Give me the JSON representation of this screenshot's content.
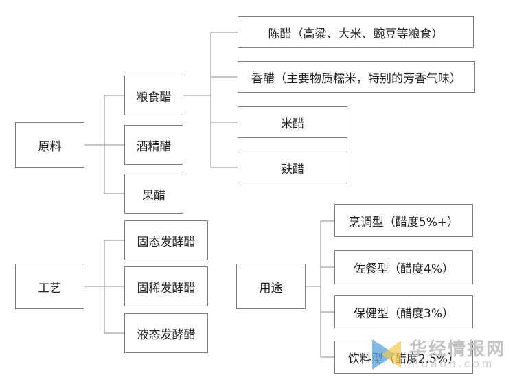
{
  "diagram": {
    "raw_material": {
      "label": "原料",
      "children": [
        {
          "label": "粮食醋",
          "children": [
            {
              "label": "陈醋（高粱、大米、豌豆等粮食）"
            },
            {
              "label": "香醋（主要物质糯米，特别的芳香气味）"
            },
            {
              "label": "米醋"
            },
            {
              "label": "麸醋"
            }
          ]
        },
        {
          "label": "酒精醋"
        },
        {
          "label": "果醋"
        }
      ]
    },
    "process": {
      "label": "工艺",
      "children": [
        {
          "label": "固态发酵醋"
        },
        {
          "label": "固稀发酵醋"
        },
        {
          "label": "液态发酵醋"
        }
      ]
    },
    "usage": {
      "label": "用途",
      "children": [
        {
          "label": "烹调型（醋度5%+）"
        },
        {
          "label": "佐餐型（醋度4%）"
        },
        {
          "label": "保健型（醋度3%）"
        },
        {
          "label": "饮料型（醋度2.5%）"
        }
      ]
    }
  },
  "watermark": {
    "text_cn": "华经情报网",
    "text_en": "huaon.com"
  },
  "colors": {
    "border": "#7f7f7f",
    "line": "#8c8c8c",
    "watermark": "#c4c4c4",
    "logo_blue": "#5aa0dc",
    "logo_yellow": "#f2c94c"
  }
}
